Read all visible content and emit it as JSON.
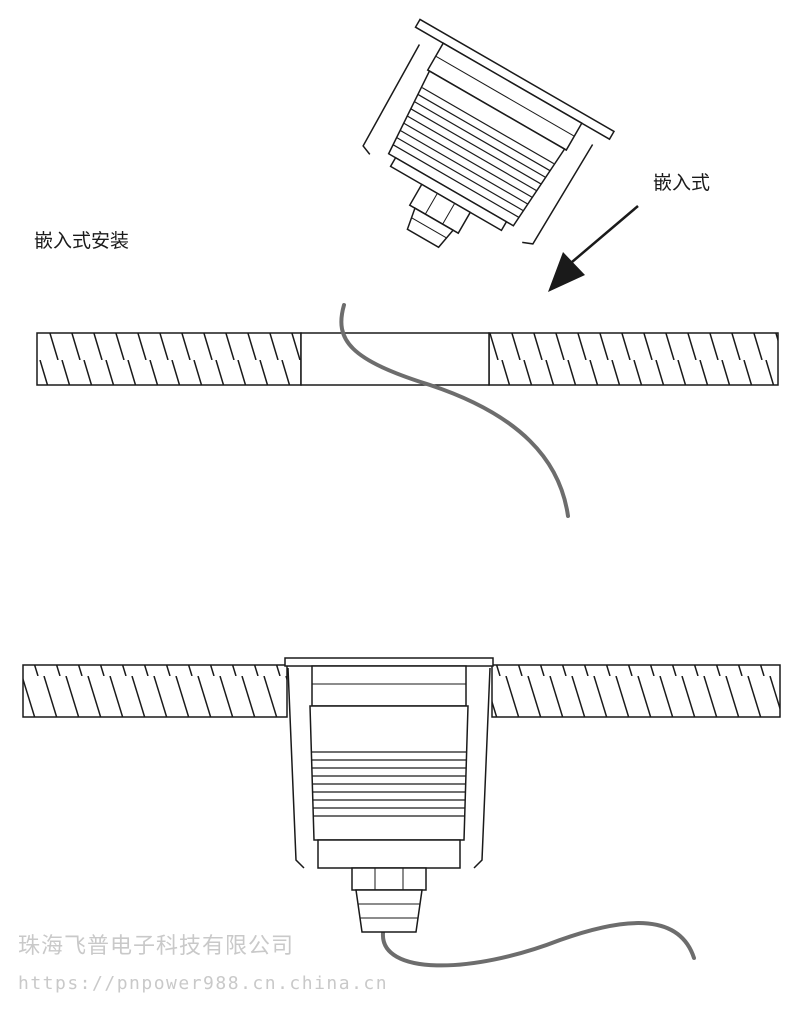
{
  "labels": {
    "installation": "嵌入式安装",
    "recessed": "嵌入式"
  },
  "watermark": {
    "company": "珠海飞普电子科技有限公司",
    "url": "https://pnpower988.cn.china.cn"
  },
  "colors": {
    "line": "#1a1a1a",
    "cable": "#6d6d6d",
    "watermark": "#c9c9c9"
  }
}
